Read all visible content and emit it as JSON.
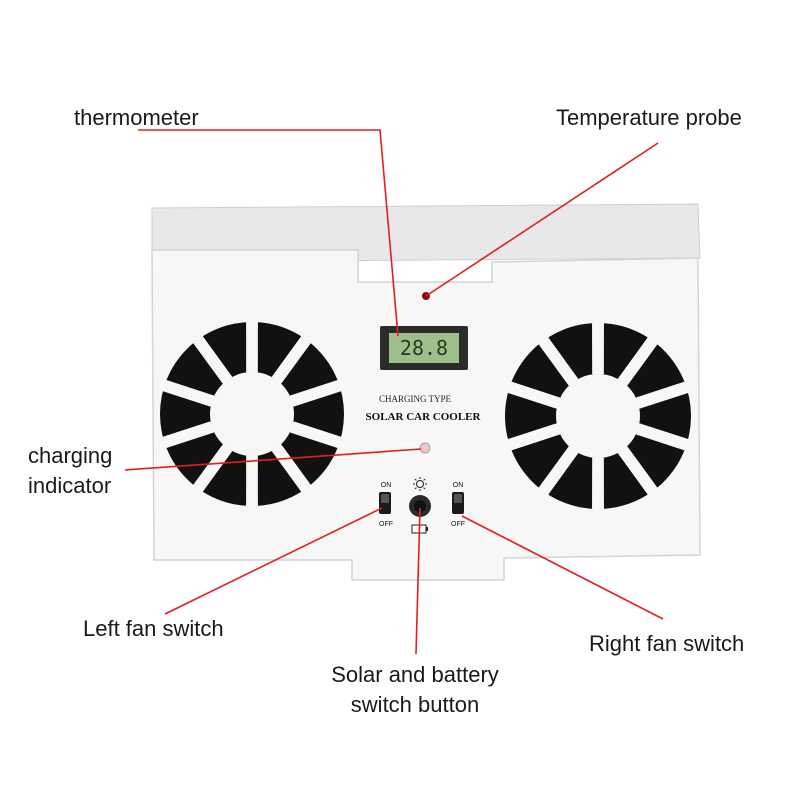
{
  "callouts": {
    "thermometer": "thermometer",
    "temperature_probe": "Temperature probe",
    "charging_indicator_line1": "charging",
    "charging_indicator_line2": "indicator",
    "left_fan_switch": "Left fan switch",
    "solar_battery_line1": "Solar and battery",
    "solar_battery_line2": "switch button",
    "right_fan_switch": "Right fan switch"
  },
  "device": {
    "lcd_reading": "28.8",
    "label_line1": "CHARGING TYPE",
    "label_line2": "SOLAR CAR COOLER",
    "left_switch_on": "ON",
    "left_switch_off": "OFF",
    "right_switch_on": "ON",
    "right_switch_off": "OFF"
  },
  "colors": {
    "callout_line": "#e02020",
    "device_body": "#f7f7f7",
    "fan_dark": "#111111",
    "lcd_green": "#9fbf8a",
    "indicator_red": "#d01010"
  }
}
